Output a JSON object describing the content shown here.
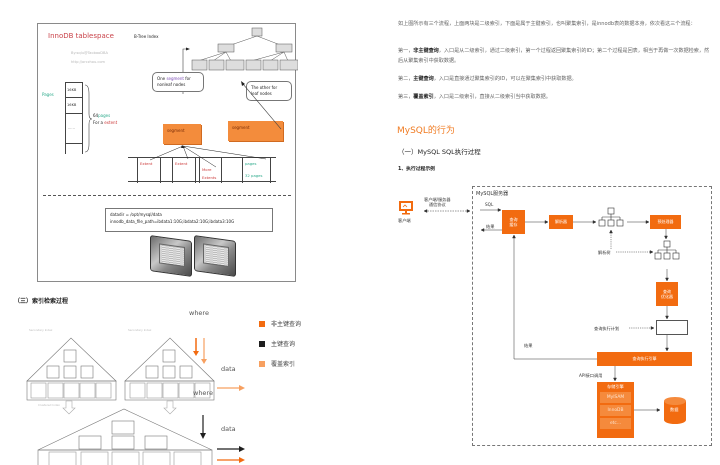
{
  "innodb_figure": {
    "title": "InnoDB tablespace",
    "byline": "By:sqlu@TaobaoDBA",
    "url": "http://orczhou.com",
    "btree_label": "B-Tree Index",
    "pages_label": "Pages",
    "page_cells": [
      "16KB",
      "16KB",
      "......"
    ],
    "extent_note_count": "64",
    "extent_note_pages": "pages",
    "extent_note_for": "For a",
    "extent_note_extent": "extent",
    "bubble_nonleaf_pre": "One",
    "bubble_nonleaf_segment": "segment",
    "bubble_nonleaf_post": "for",
    "bubble_nonleaf_line2": "nonleaf nodes",
    "bubble_leaf_line1": "The other for",
    "bubble_leaf_line2": "leaf nodes",
    "segment_label": "segment",
    "extent_cells": {
      "extent1": "Extent",
      "extent2": "Extent",
      "more1": "More",
      "more2": "Extents",
      "pages": "pages",
      "pages32": "32 pages"
    },
    "config_line1": "datadir = /opt/mysql/data",
    "config_line2": "innodb_data_file_path=ibdata1:10G;ibdata2:10G;ibdata3:10G"
  },
  "index_retrieval": {
    "title": "（三）索引检索过程",
    "secondary_caption": "Secondary Index",
    "clustered_caption": "Clustered Index",
    "where_label": "where",
    "data_label": "data",
    "legend": [
      {
        "label": "非主键查询",
        "color": "#f26b10"
      },
      {
        "label": "主键查询",
        "color": "#1e1e1e"
      },
      {
        "label": "覆盖索引",
        "color": "#f7a060"
      }
    ]
  },
  "article": {
    "intro": "如上图所示有三个流程，上面两块是二级索引，下面是属于主键索引，也叫聚集索引，是innodb表的数据本身，依次看这三个流程：",
    "p1_prefix": "第一，",
    "p1_bold": "非主键查询",
    "p1_rest": "，入口是从二级索引，通过二级索引，第一个过程返回聚集索引的ID；第二个过程是回表，相当于再做一次数据检索，然后从聚集索引中获取数据。",
    "p2_prefix": "第二，",
    "p2_bold": "主键查询",
    "p2_rest": "，入口是直接通过聚集索引的ID，可以在聚集索引中获取数据。",
    "p3_prefix": "第三，",
    "p3_bold": "覆盖索引",
    "p3_rest": "，入口是二级索引，直接从二级索引当中获取数据。",
    "heading": "MySQL的行为",
    "subheading": "（一）MySQL SQL执行过程",
    "subsubheading": "1、执行过程示例"
  },
  "flow_diagram": {
    "client_label": "客户端",
    "protocol_line1": "客户端/服务器",
    "protocol_line2": "通信协议",
    "server_label": "MySQL服务器",
    "sql_label": "SQL",
    "result_label": "结果",
    "query_cache": "查询\n缓存",
    "parser": "解析器",
    "preprocessor": "预处理器",
    "parse_tree_label": "解析树",
    "optimizer": "查询\n优化器",
    "exec_plan_label": "查询执行计划",
    "exec_engine": "查询执行引擎",
    "result_label_2": "结果",
    "api_label": "API接口调用",
    "storage_engine": "存储引擎",
    "storage_items": [
      "MyISAM",
      "InnoDB",
      "etc..."
    ],
    "data_label": "数据",
    "accent_color": "#f26b10"
  }
}
